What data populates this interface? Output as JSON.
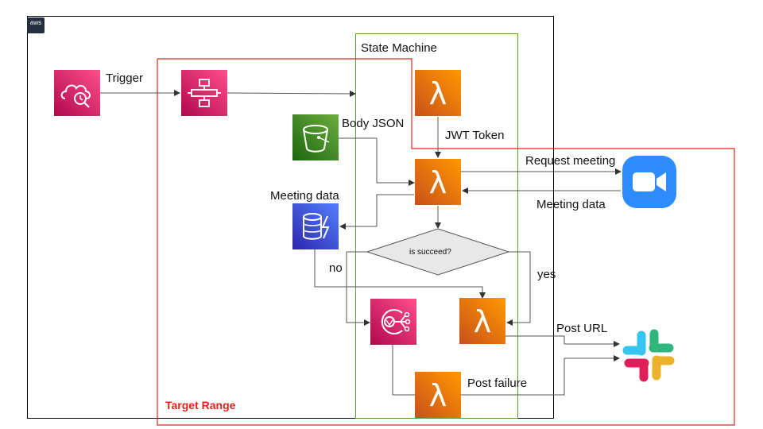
{
  "aws_badge": "aws",
  "labels": {
    "state_machine": "State Machine",
    "trigger": "Trigger",
    "body_json": "Body JSON",
    "jwt_token": "JWT Token",
    "request_meeting": "Request meeting",
    "meeting_data_right": "Meeting data",
    "meeting_data_left": "Meeting data",
    "is_succeed": "is succeed?",
    "no": "no",
    "yes": "yes",
    "post_url": "Post URL",
    "post_failure": "Post failure",
    "target_range": "Target Range"
  },
  "icons": [
    "eventbridge-scheduler-icon",
    "step-functions-icon",
    "s3-bucket-icon",
    "dynamodb-icon",
    "lambda-icon",
    "sns-icon",
    "zoom-icon",
    "slack-icon"
  ],
  "colors": {
    "aws_group_border": "#000000",
    "state_machine_border": "#5a9e3a",
    "target_range": "#e0241b",
    "lambda_orange": "#ed7100",
    "eventbridge_pink": "#e7157b",
    "s3_green": "#3f8624",
    "dynamodb_blue": "#3f48cc",
    "zoom_blue": "#2d8cff",
    "decision_fill": "#e8e8e8"
  }
}
